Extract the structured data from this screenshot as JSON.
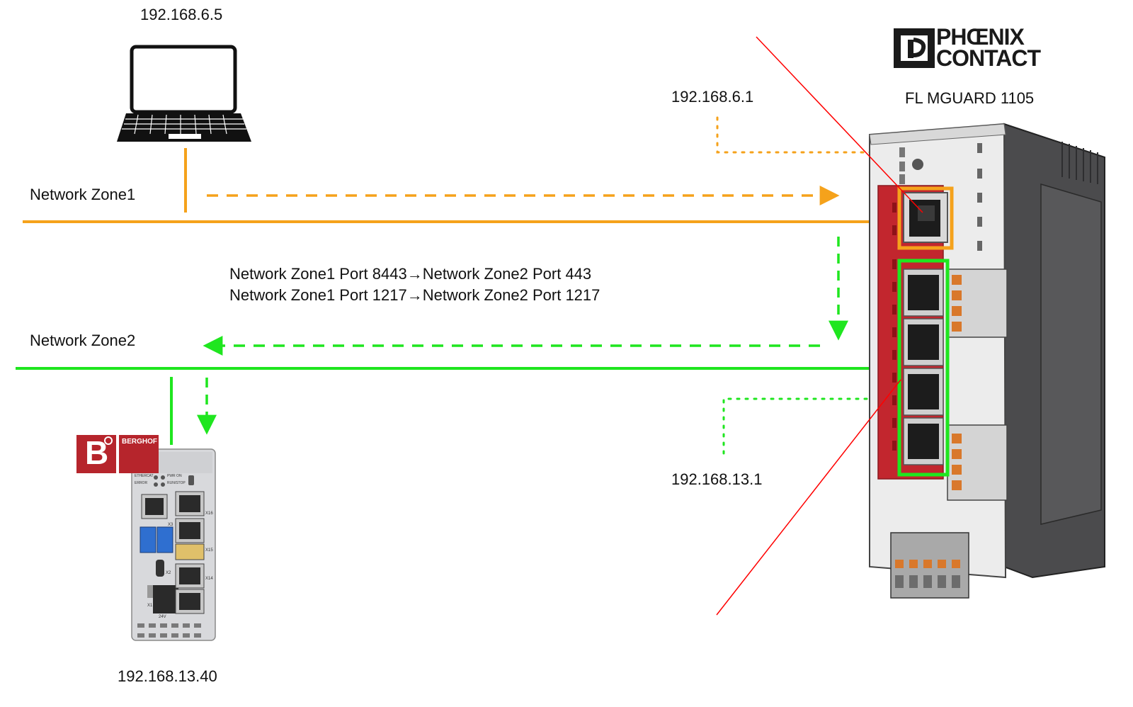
{
  "laptop": {
    "ip": "192.168.6.5"
  },
  "zones": {
    "zone1": {
      "label": "Network Zone1",
      "color": "#f5a21b"
    },
    "zone2": {
      "label": "Network Zone2",
      "color": "#1fe61f"
    }
  },
  "forwarding_rules": [
    "Network Zone1 Port 8443→Network Zone2 Port 443",
    "Network Zone1 Port 1217→Network Zone2 Port 1217"
  ],
  "mguard": {
    "brand_line1": "PHŒNIX",
    "brand_line2": "CONTACT",
    "model": "FL MGUARD 1105",
    "ip_zone1": "192.168.6.1",
    "ip_zone2": "192.168.13.1",
    "housing_color": "#c2262e",
    "callout_color": "#ff0000"
  },
  "berghof": {
    "logo_letter": "B",
    "logo_name": "BERGHOF",
    "ip": "192.168.13.40",
    "panel_texts": [
      "ETHERCAT",
      "PWR ON",
      "ERROR",
      "RUN/STOP",
      "24V"
    ],
    "port_labels": [
      "X3",
      "X2",
      "X16",
      "X15",
      "X14",
      "X1"
    ]
  }
}
